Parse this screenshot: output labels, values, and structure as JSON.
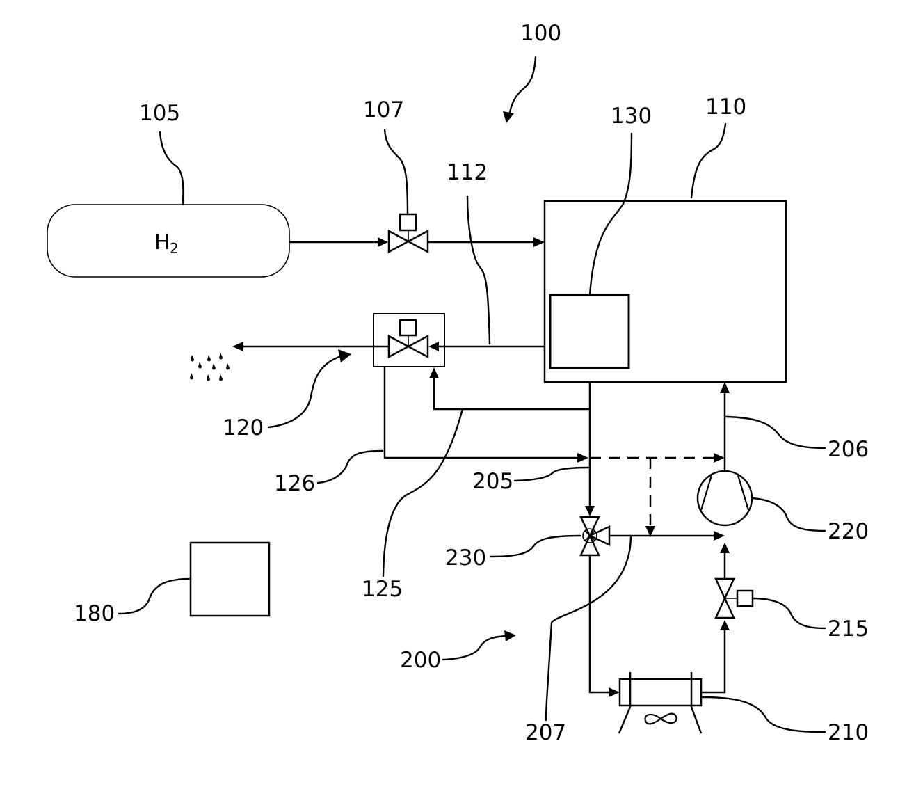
{
  "figure": {
    "system_ref": "100",
    "components": {
      "hydrogen_tank": {
        "ref": "105",
        "label": "H",
        "label_subscript": "2"
      },
      "inlet_valve": {
        "ref": "107"
      },
      "fuel_cell_stack": {
        "ref": "110"
      },
      "exhaust_line": {
        "ref": "112"
      },
      "purge_valve_unit": {
        "ref": "120"
      },
      "control_line_a": {
        "ref": "125"
      },
      "control_line_b": {
        "ref": "126"
      },
      "sensor": {
        "ref": "130"
      },
      "controller": {
        "ref": "180"
      },
      "cooling_circuit": {
        "ref": "200"
      },
      "coolant_supply_line": {
        "ref": "205"
      },
      "coolant_return_line": {
        "ref": "206"
      },
      "bypass_line": {
        "ref": "207"
      },
      "radiator": {
        "ref": "210"
      },
      "coolant_valve": {
        "ref": "215"
      },
      "coolant_pump": {
        "ref": "220"
      },
      "three_way_valve": {
        "ref": "230"
      }
    }
  }
}
